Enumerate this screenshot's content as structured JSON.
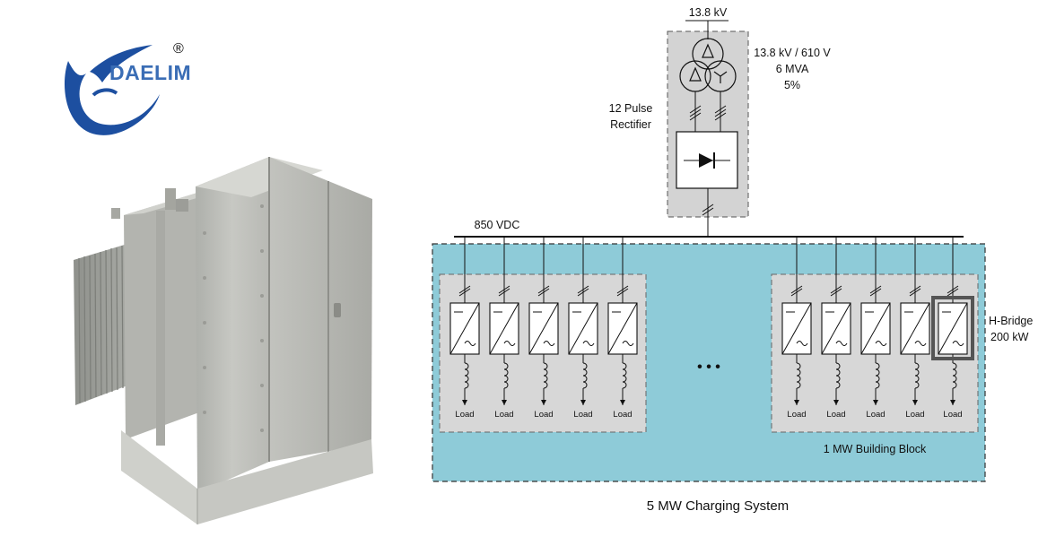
{
  "brand": {
    "name": "DAELIM",
    "registered_mark": "®"
  },
  "photo": {
    "subject": "transformer-enclosure"
  },
  "diagram": {
    "source_voltage": "13.8 kV",
    "transformer": {
      "line1": "13.8 kV / 610 V",
      "line2": "6 MVA",
      "line3": "5%"
    },
    "rectifier": {
      "line1": "12 Pulse",
      "line2": "Rectifier"
    },
    "dc_bus": "850 VDC",
    "ellipsis": "• • •",
    "load_label": "Load",
    "hbridge": {
      "line1": "H-Bridge",
      "line2": "200 kW"
    },
    "block_label": "1 MW Building Block",
    "system_label": "5 MW Charging System"
  },
  "colors": {
    "logo_blue": "#1d4fa0",
    "logo_text": "#3a6db5",
    "system_fill": "#8ecbd8",
    "block_fill": "#d7d7d7",
    "rectifier_fill": "#d3d3d3",
    "enclosure": "#b9b9b5"
  }
}
